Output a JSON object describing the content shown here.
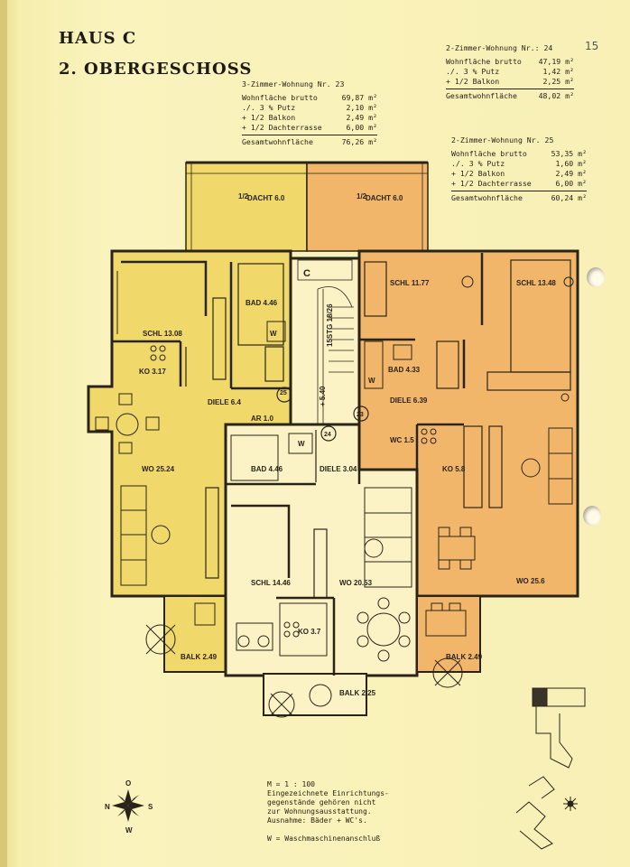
{
  "page": {
    "title_house": "HAUS C",
    "title_floor": "2. OBERGESCHOSS",
    "page_number": "15"
  },
  "apartments": [
    {
      "heading": "3-Zimmer-Wohnung Nr. 23",
      "rows": [
        {
          "label": "Wohnfläche brutto",
          "value": "69,87 m²"
        },
        {
          "label": "./. 3 % Putz",
          "value": "2,10 m²"
        },
        {
          "label": " +  1/2 Balkon",
          "value": "2,49 m²"
        },
        {
          "label": " +  1/2 Dachterrasse",
          "value": "6,00 m²"
        }
      ],
      "total": {
        "label": "Gesamtwohnfläche",
        "value": "76,26 m²"
      }
    },
    {
      "heading": "2-Zimmer-Wohnung Nr.: 24",
      "rows": [
        {
          "label": "Wohnfläche brutto",
          "value": "47,19 m²"
        },
        {
          "label": "./. 3 % Putz",
          "value": "1,42 m²"
        },
        {
          "label": " +  1/2 Balkon",
          "value": "2,25 m²"
        }
      ],
      "total": {
        "label": "Gesamtwohnfläche",
        "value": "48,02 m²"
      }
    },
    {
      "heading": "2-Zimmer-Wohnung Nr. 25",
      "rows": [
        {
          "label": "Wohnfläche brutto",
          "value": "53,35 m²"
        },
        {
          "label": "./. 3 % Putz",
          "value": "1,60 m²"
        },
        {
          "label": " +  1/2 Balkon",
          "value": "2,49 m²"
        },
        {
          "label": " +  1/2 Dachterrasse",
          "value": "6,00 m²"
        }
      ],
      "total": {
        "label": "Gesamtwohnfläche",
        "value": "60,24 m²"
      }
    }
  ],
  "rooms": {
    "dacht_left": "DACHT 6.0",
    "dacht_right": "DACHT 6.0",
    "half": "1/2",
    "c_label": "C",
    "schl_1308": "SCHL 13.08",
    "bad_446_top": "BAD 4.46",
    "w": "W",
    "ko_317": "KO 3.17",
    "diele_64": "DIELE 6.4",
    "ar_10": "AR 1.0",
    "wo_2524": "WO 25.24",
    "balk_249_left": "BALK 2.49",
    "stairs": "15STG 18/26",
    "elev": "+ 5.40",
    "bad_446_mid": "BAD 4.46",
    "diele_304": "DIELE 3.04",
    "schl_1446": "SCHL 14.46",
    "wo_2053": "WO 20.53",
    "ko_37": "KO 3.7",
    "balk_225": "BALK 2.25",
    "schl_1177": "SCHL 11.77",
    "schl_1348": "SCHL 13.48",
    "bad_433": "BAD 4.33",
    "diele_639": "DIELE 6.39",
    "wc_15": "WC 1.5",
    "ko_58": "KO 5.8",
    "wo_256": "WO 25.6",
    "balk_249_right": "BALK 2.49",
    "unit_23": "23",
    "unit_24": "24",
    "unit_25": "25"
  },
  "legend": {
    "scale": "M = 1 : 100",
    "note": "Eingezeichnete Einrichtungs-\ngegenstände gehören nicht\nzur Wohnungsausstattung.\nAusnahme: Bäder + WC's.",
    "w_note": "W = Waschmaschinenanschluß"
  },
  "compass": {
    "n": "N",
    "s": "S",
    "o": "O",
    "w": "W"
  },
  "colors": {
    "page": "#f8f0b5",
    "unit23_fill": "#f0d86a",
    "unit24_fill": "#fbf3c6",
    "unit25_fill": "#f2b66a",
    "wall": "#2a2418"
  }
}
